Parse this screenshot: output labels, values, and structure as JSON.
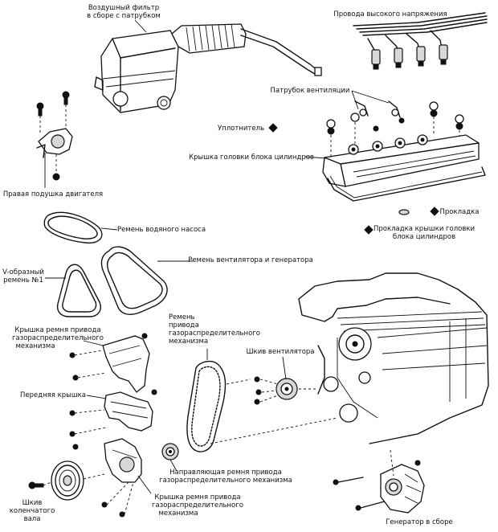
{
  "labels": {
    "air_filter_line1": "Воздушный фильтр",
    "air_filter_line2": "в сборе с патрубком",
    "hv_wires": "Провода высокого напряжения",
    "vent_pipe": "Патрубок вентиляции",
    "seal": "Уплотнитель",
    "valve_cover": "Крышка головки блока цилиндров",
    "right_mount": "Правая подушка двигателя",
    "gasket": "Прокладка",
    "cover_gasket_line1": "Прокладка крышки головки",
    "cover_gasket_line2": "блока цилиндров",
    "water_pump_belt": "Ремень водяного насоса",
    "fan_alt_belt": "Ремень вентилятора и генератора",
    "vbelt_line1": "V-образный",
    "vbelt_line2": "ремень №1",
    "timing_belt_line1": "Ремень",
    "timing_belt_line2": "привода",
    "timing_belt_line3": "газораспределительного",
    "timing_belt_line4": "механизма",
    "fan_pulley": "Шкив вентилятора",
    "tb_cover_upper_line1": "Крышка ремня привода",
    "tb_cover_upper_line2": "газораспределительного",
    "tb_cover_upper_line3": "механизма",
    "front_cover": "Передняя крышка",
    "idler_line1": "Направляющая ремня привода",
    "idler_line2": "газораспределительного механизма",
    "crank_pulley_line1": "Шкив",
    "crank_pulley_line2": "коленчатого",
    "crank_pulley_line3": "вала",
    "tb_cover_lower_line1": "Крышка ремня привода",
    "tb_cover_lower_line2": "газораспределительного",
    "tb_cover_lower_line3": "механизма",
    "alternator": "Генератор в сборе"
  }
}
